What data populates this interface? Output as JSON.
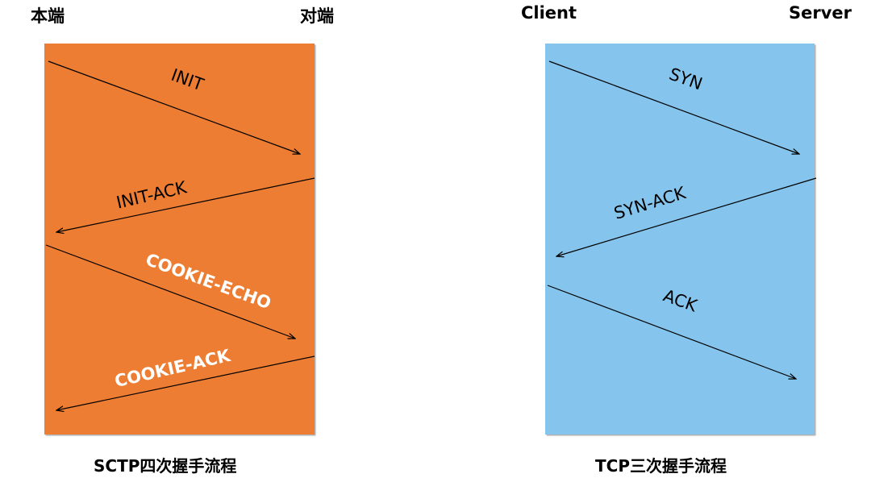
{
  "sctp": {
    "left_endpoint": "本端",
    "right_endpoint": "对端",
    "caption": "SCTP四次握手流程",
    "fill_color": "#ED7D31",
    "messages": [
      {
        "label": "INIT",
        "direction": "to-right",
        "label_color": "#000000",
        "label_weight": "normal"
      },
      {
        "label": "INIT-ACK",
        "direction": "to-left",
        "label_color": "#000000",
        "label_weight": "normal"
      },
      {
        "label": "COOKIE-ECHO",
        "direction": "to-right",
        "label_color": "#FFFFFF",
        "label_weight": "bold"
      },
      {
        "label": "COOKIE-ACK",
        "direction": "to-left",
        "label_color": "#FFFFFF",
        "label_weight": "bold"
      }
    ]
  },
  "tcp": {
    "left_endpoint": "Client",
    "right_endpoint": "Server",
    "caption": "TCP三次握手流程",
    "fill_color": "#85C4EC",
    "messages": [
      {
        "label": "SYN",
        "direction": "to-right",
        "label_color": "#000000",
        "label_weight": "normal"
      },
      {
        "label": "SYN-ACK",
        "direction": "to-left",
        "label_color": "#000000",
        "label_weight": "normal"
      },
      {
        "label": "ACK",
        "direction": "to-right",
        "label_color": "#000000",
        "label_weight": "normal"
      }
    ]
  }
}
